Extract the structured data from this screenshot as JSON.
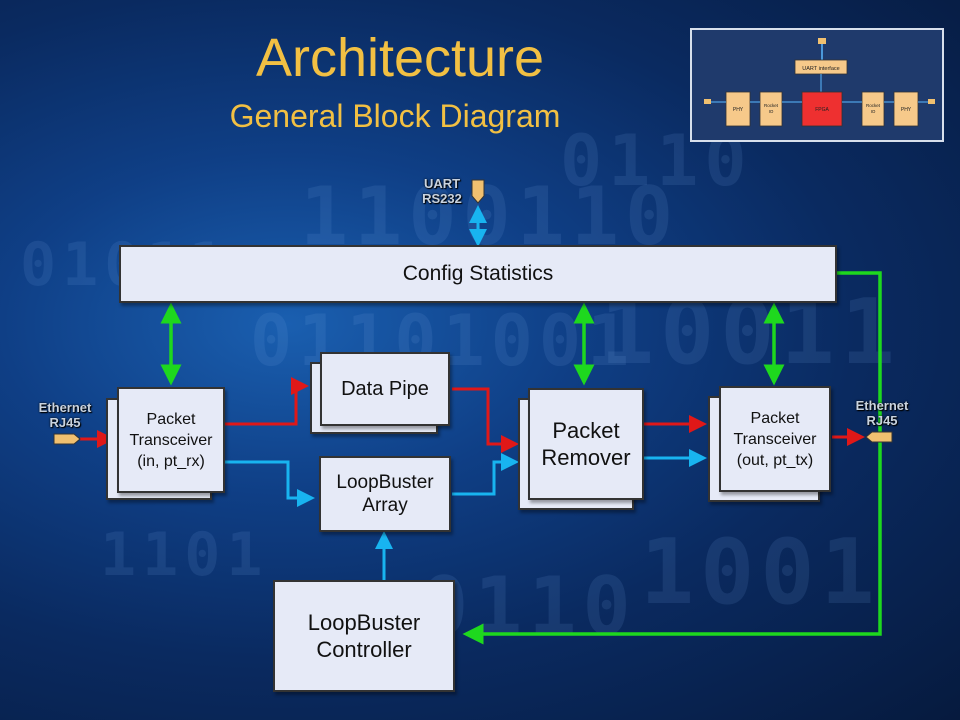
{
  "slide": {
    "title": "Architecture",
    "subtitle": "General Block Diagram"
  },
  "blocks": {
    "config_statistics": "Config Statistics",
    "packet_transceiver_rx": [
      "Packet",
      "Transceiver",
      "(in, pt_rx)"
    ],
    "data_pipe": "Data Pipe",
    "loopbuster_array": [
      "LoopBuster",
      "Array"
    ],
    "packet_remover": [
      "Packet",
      "Remover"
    ],
    "packet_transceiver_tx": [
      "Packet",
      "Transceiver",
      "(out, pt_tx)"
    ],
    "loopbuster_controller": [
      "LoopBuster",
      "Controller"
    ]
  },
  "ports": {
    "uart": [
      "UART",
      "RS232"
    ],
    "ethernet_in": [
      "Ethernet",
      "RJ45"
    ],
    "ethernet_out": [
      "Ethernet",
      "RJ45"
    ]
  },
  "thumbnail": {
    "uart_interface": "UART interface",
    "phy_left": "PHY",
    "rocket_io_left": [
      "Rocket",
      "IO"
    ],
    "fpga": "FPGA",
    "rocket_io_right": [
      "Rocket",
      "IO"
    ],
    "phy_right": "PHY"
  },
  "colors": {
    "title": "#f2c043",
    "green_link": "#1ed81e",
    "red_data": "#e01818",
    "blue_data": "#18b4f0",
    "block_fill": "#e6eaf7"
  }
}
